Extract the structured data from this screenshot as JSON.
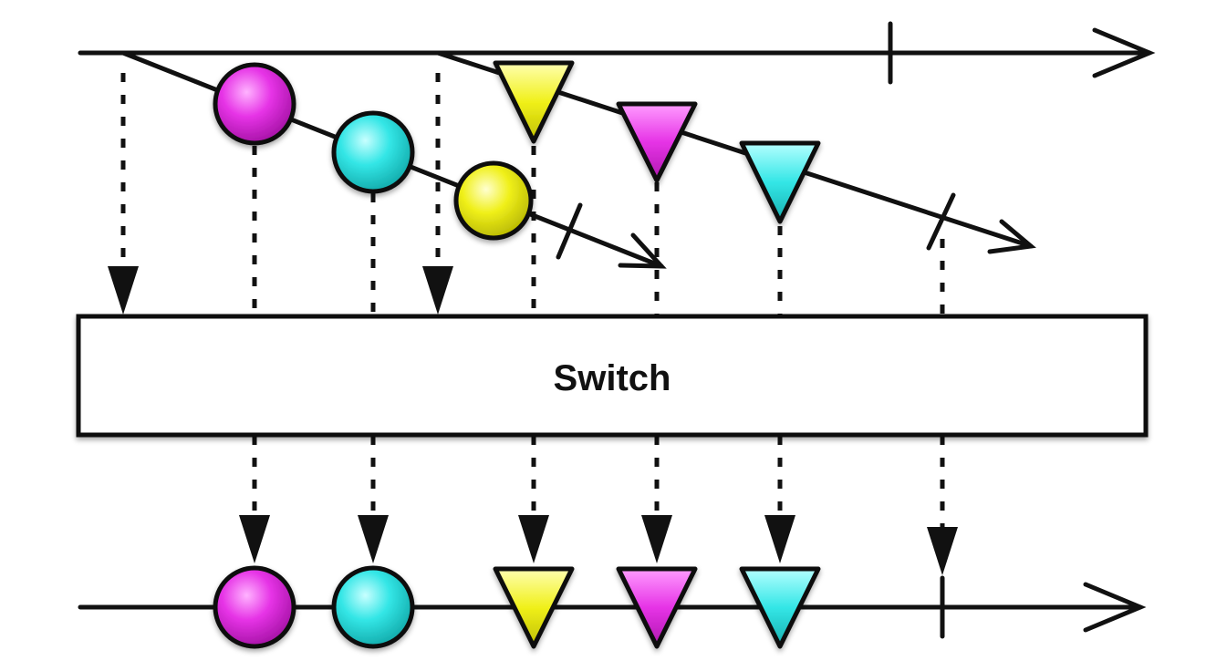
{
  "operator": {
    "label": "Switch"
  },
  "colors": {
    "magenta": "#e633e6",
    "cyan": "#33e6e6",
    "yellow": "#f0f01a",
    "line": "#111111",
    "background": "#ffffff"
  },
  "streams": {
    "source": {
      "emissions": [
        "inner-stream-1",
        "inner-stream-2"
      ],
      "completed": true
    },
    "inner_1": {
      "items": [
        {
          "shape": "circle",
          "color": "magenta"
        },
        {
          "shape": "circle",
          "color": "cyan"
        },
        {
          "shape": "circle",
          "color": "yellow"
        }
      ],
      "completed": true
    },
    "inner_2": {
      "items": [
        {
          "shape": "triangle",
          "color": "yellow"
        },
        {
          "shape": "triangle",
          "color": "magenta"
        },
        {
          "shape": "triangle",
          "color": "cyan"
        }
      ],
      "completed": true
    },
    "output": {
      "items": [
        {
          "shape": "circle",
          "color": "magenta"
        },
        {
          "shape": "circle",
          "color": "cyan"
        },
        {
          "shape": "triangle",
          "color": "yellow"
        },
        {
          "shape": "triangle",
          "color": "magenta"
        },
        {
          "shape": "triangle",
          "color": "cyan"
        }
      ],
      "completed": true
    }
  }
}
